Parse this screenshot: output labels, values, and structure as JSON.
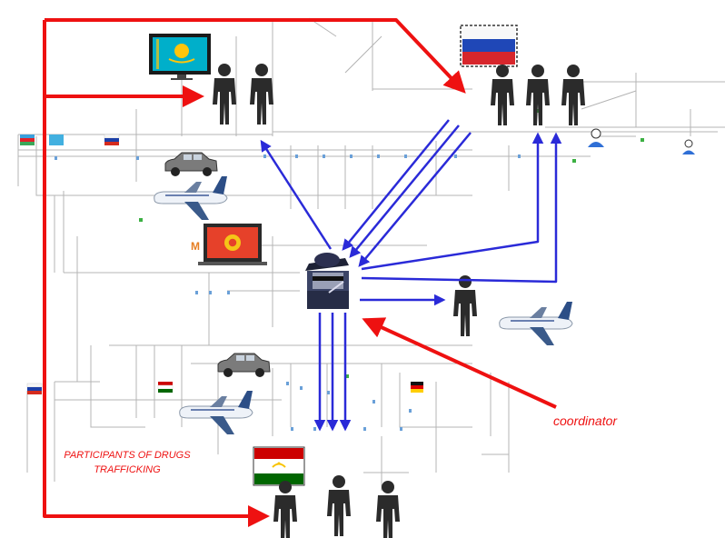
{
  "labels": {
    "participants_line1": "PARTICIPANTS OF DRUGS",
    "participants_line2": "TRAFFICKING",
    "coordinator": "coordinator"
  },
  "colors": {
    "red_arrow": "#ee1111",
    "blue_arrow": "#2a2ad8",
    "person": "#2b2b2b",
    "background_network": "#b4b4b4"
  },
  "icons": {
    "flag_kazakhstan": "kazakhstan-flag-monitor-icon",
    "flag_russia": "russia-flag-icon",
    "flag_kyrgyzstan": "kyrgyzstan-flag-monitor-icon",
    "flag_tajikistan": "tajikistan-flag-icon",
    "coordinator": "spy-coordinator-icon",
    "person": "person-silhouette-icon",
    "airplane": "airplane-icon",
    "car": "car-icon"
  }
}
